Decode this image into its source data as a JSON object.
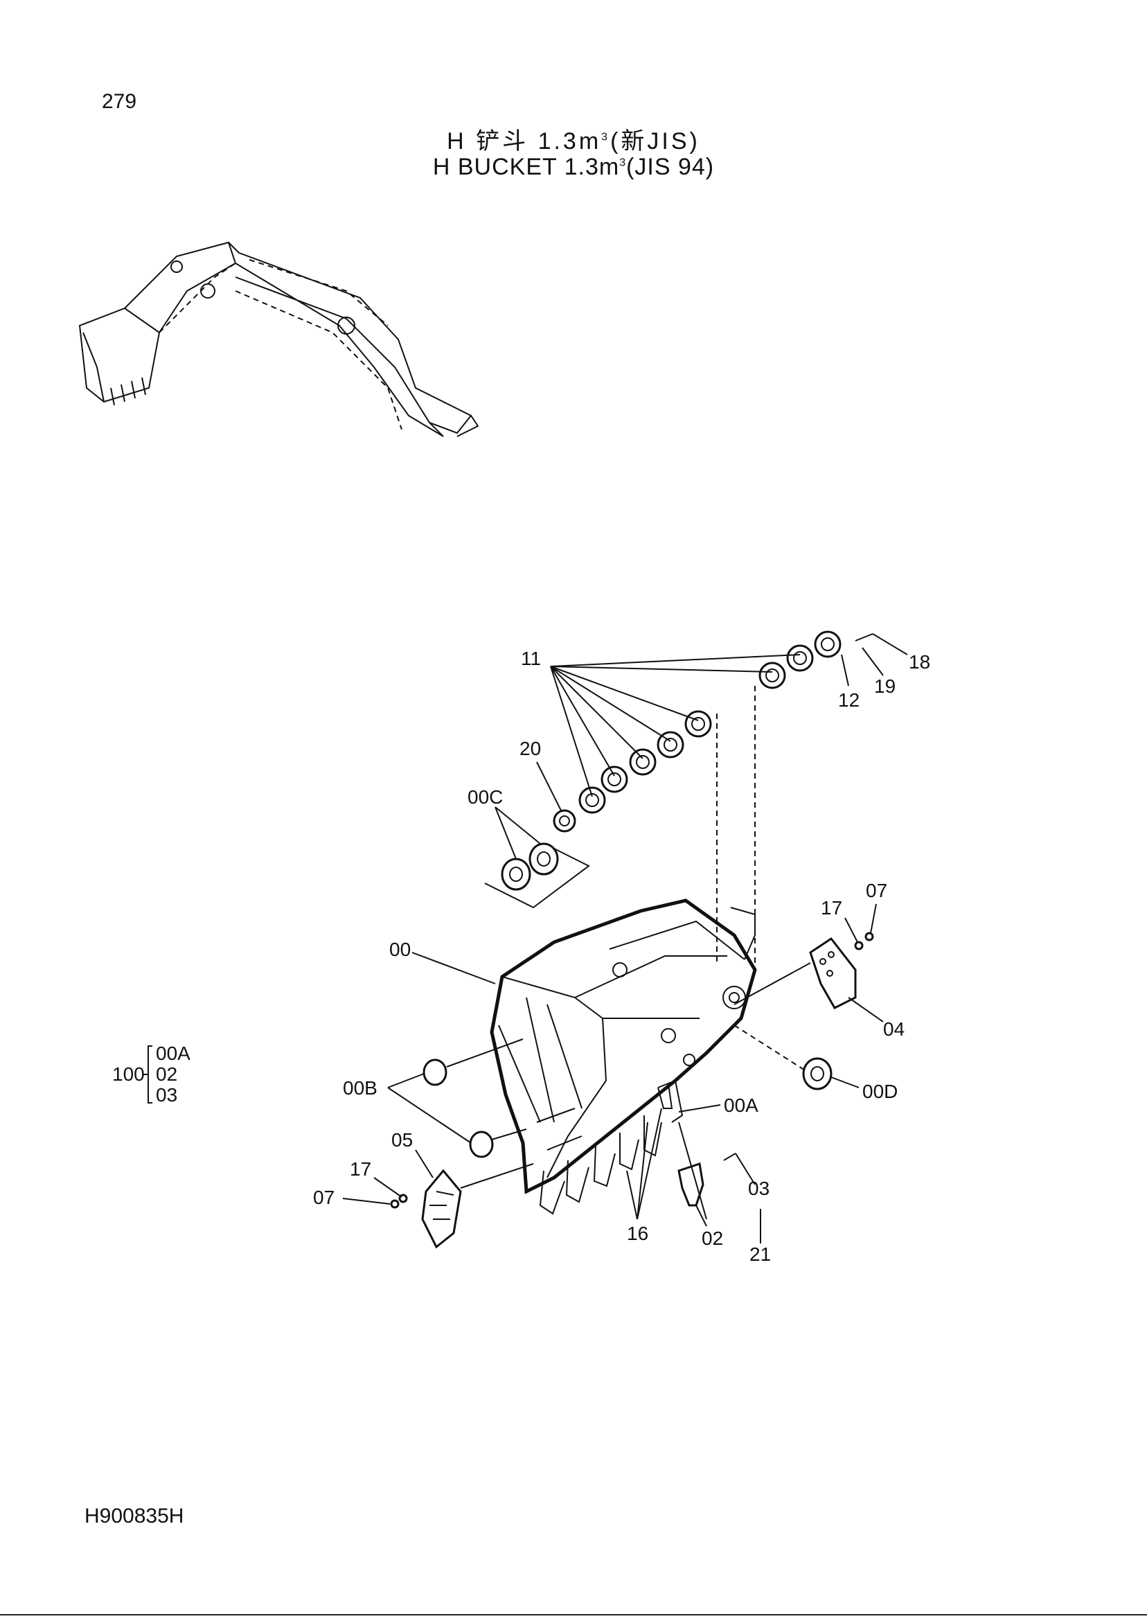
{
  "header": {
    "page_number": "279",
    "title_cn_main": "H 铲斗 1.3m",
    "title_cn_sup": "3",
    "title_cn_tail": "(新JIS)",
    "title_en_main": "H BUCKET 1.3m",
    "title_en_sup": "3",
    "title_en_tail": "(JIS 94)"
  },
  "callouts": {
    "c11": "11",
    "c18": "18",
    "c19": "19",
    "c12": "12",
    "c20": "20",
    "c00C": "00C",
    "c17a": "17",
    "c07a": "07",
    "c00": "00",
    "c04": "04",
    "c00D": "00D",
    "c00B": "00B",
    "c00A": "00A",
    "c05": "05",
    "c17b": "17",
    "c07b": "07",
    "c16": "16",
    "c03": "03",
    "c02": "02",
    "c21": "21"
  },
  "assembly": {
    "number": "100",
    "items": [
      "00A",
      "02",
      "03"
    ]
  },
  "footer": {
    "doc_code": "H900835H"
  }
}
